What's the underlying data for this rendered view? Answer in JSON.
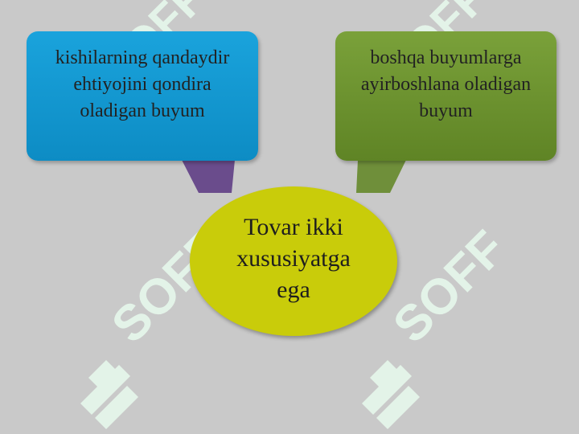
{
  "slide": {
    "left_box": {
      "text": "kishilarning qandaydir ehtiyojini qondira oladigan buyum",
      "color": "#1aa3dc"
    },
    "right_box": {
      "text": "boshqa buyumlarga ayirboshlana oladigan buyum",
      "color": "#7aa13a"
    },
    "center": {
      "text": "Tovar ikki xususiyatga ega",
      "color": "#c9cc0a"
    },
    "connectors": {
      "left_color": "#6a4c8c",
      "right_color": "#6f8f3a"
    },
    "watermark": {
      "text": "SOFF",
      "color": "#e6f5ea"
    }
  }
}
